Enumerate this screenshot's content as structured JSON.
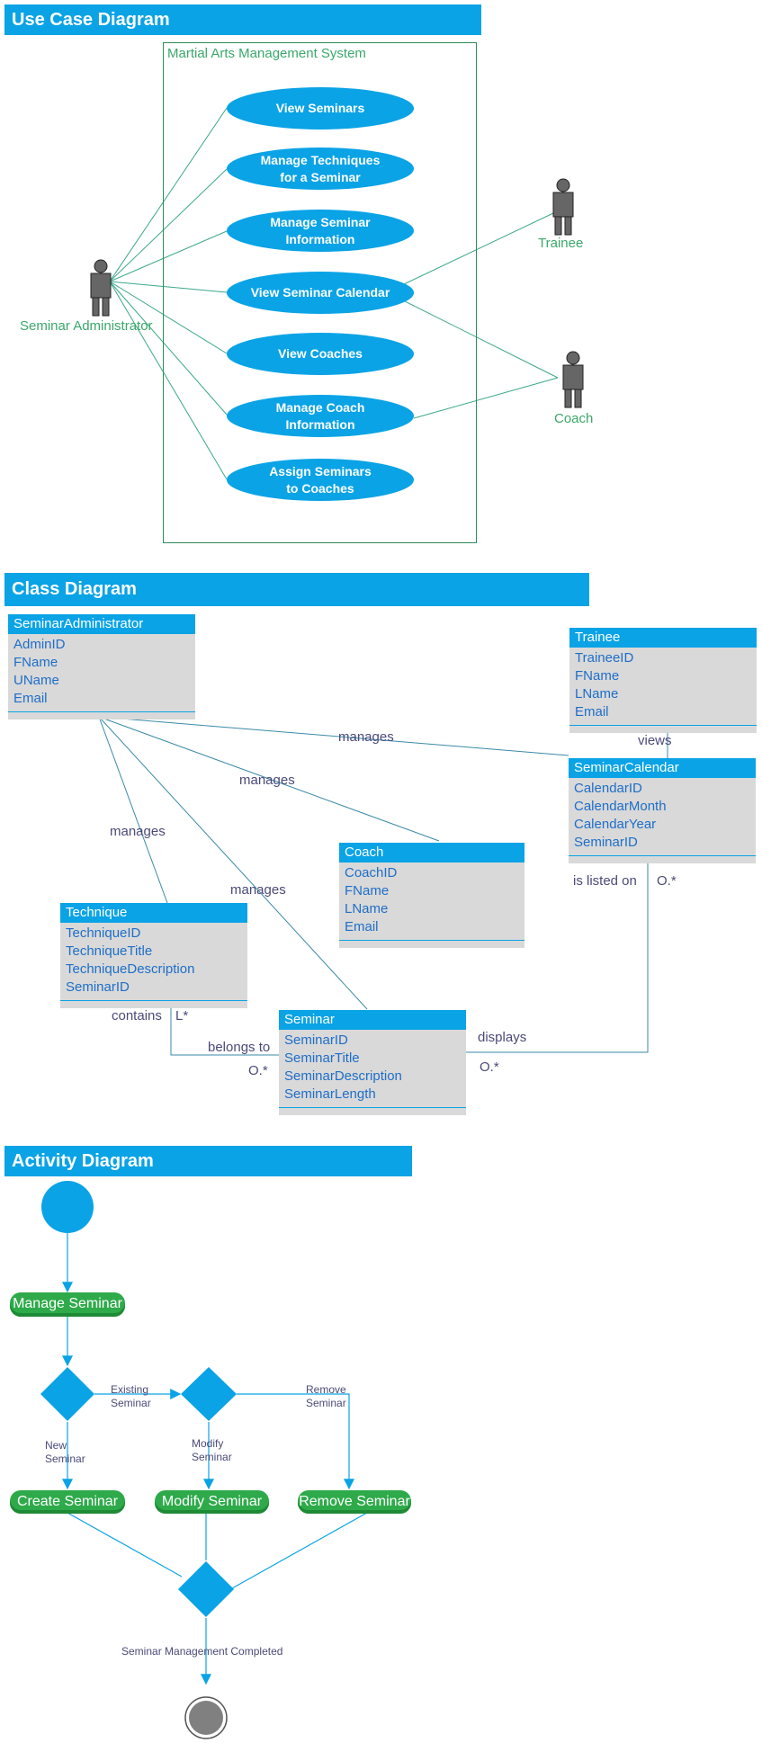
{
  "use_case_diagram": {
    "header": "Use Case Diagram",
    "system_name": "Martial Arts Management System",
    "use_cases": [
      "View Seminars",
      "Manage Techniques\nfor a Seminar",
      "Manage Seminar\nInformation",
      "View Seminar Calendar",
      "View Coaches",
      "Manage Coach\nInformation",
      "Assign Seminars\nto Coaches"
    ],
    "actors": {
      "admin": "Seminar Administrator",
      "trainee": "Trainee",
      "coach": "Coach"
    }
  },
  "class_diagram": {
    "header": "Class Diagram",
    "classes": {
      "seminar_administrator": {
        "name": "SeminarAdministrator",
        "attributes": [
          "AdminID",
          "FName",
          "UName",
          "Email"
        ]
      },
      "trainee": {
        "name": "Trainee",
        "attributes": [
          "TraineeID",
          "FName",
          "LName",
          "Email"
        ]
      },
      "seminar_calendar": {
        "name": "SeminarCalendar",
        "attributes": [
          "CalendarID",
          "CalendarMonth",
          "CalendarYear",
          "SeminarID"
        ]
      },
      "coach": {
        "name": "Coach",
        "attributes": [
          "CoachID",
          "FName",
          "LName",
          "Email"
        ]
      },
      "technique": {
        "name": "Technique",
        "attributes": [
          "TechniqueID",
          "TechniqueTitle",
          "TechniqueDescription",
          "SeminarID"
        ]
      },
      "seminar": {
        "name": "Seminar",
        "attributes": [
          "SeminarID",
          "SeminarTitle",
          "SeminarDescription",
          "SeminarLength"
        ]
      }
    },
    "relationship_labels": {
      "manages_calendar": "manages",
      "manages_coach": "manages",
      "manages_technique": "manages",
      "manages_seminar": "manages",
      "views": "views",
      "is_listed_on": "is listed on",
      "calendar_multiplicity": "O.*",
      "contains": "contains",
      "technique_multiplicity": "L*",
      "belongs_to": "belongs to",
      "seminar_multiplicity_left": "O.*",
      "displays": "displays",
      "seminar_multiplicity_right": "O.*"
    }
  },
  "activity_diagram": {
    "header": "Activity Diagram",
    "activities": {
      "manage": "Manage Seminar",
      "create": "Create Seminar",
      "modify": "Modify Seminar",
      "remove": "Remove Seminar"
    },
    "flow_labels": {
      "existing": "Existing\nSeminar",
      "new": "New\nSeminar",
      "modify": "Modify\nSeminar",
      "remove": "Remove\nSeminar",
      "completed": "Seminar Management Completed"
    }
  },
  "colors": {
    "accent_blue": "#0aa3e6",
    "activity_green": "#2eaa4a",
    "actor_label_green": "#3aa86a",
    "class_body_gray": "#d9d9d9",
    "relationship_text": "#4a4a7a"
  }
}
